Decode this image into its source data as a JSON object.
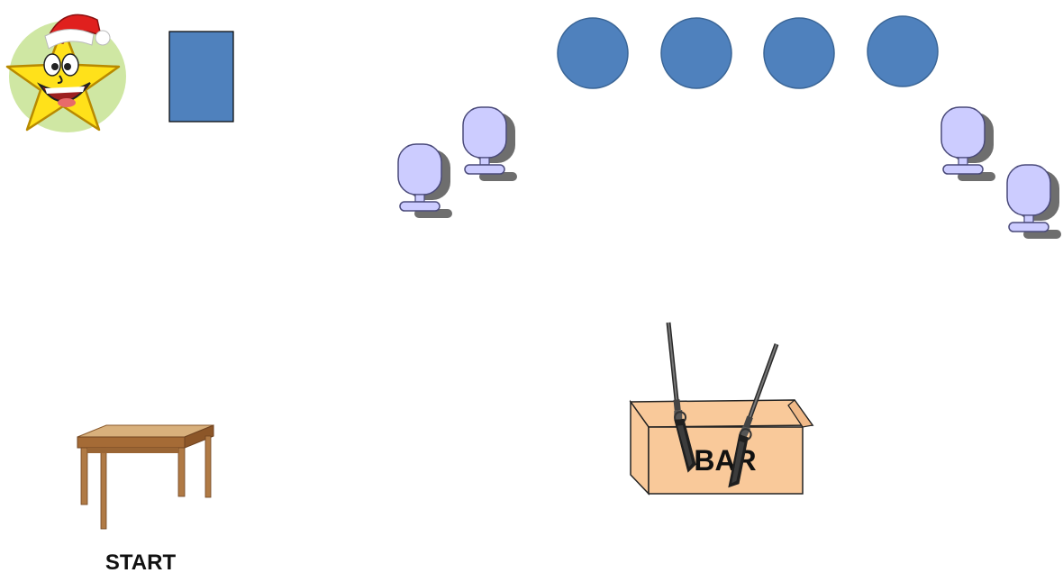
{
  "colors": {
    "round_table": "#4f81bd",
    "round_table_stroke": "#3a6596",
    "rect_table": "#4f81bd",
    "chair_fill": "#ccccff",
    "chair_stroke": "#4a4a7a",
    "chair_shadow": "#6e6e6e",
    "bar_box": "#f9c99a",
    "bar_box_stroke": "#222222",
    "desk_wood": "#b07a45",
    "star_yellow": "#ffe11a",
    "star_bg": "#cfe7a3",
    "hat_red": "#e0201e"
  },
  "icons": {
    "mascot": "star-mascot-santa-hat-icon",
    "desk": "desk-icon",
    "chair": "office-chair-icon",
    "rifle": "rifle-icon",
    "box": "bar-box-icon"
  },
  "labels": {
    "start": "START",
    "bar": "BAR"
  },
  "round_tables": [
    {
      "id": "table-1"
    },
    {
      "id": "table-2"
    },
    {
      "id": "table-3"
    },
    {
      "id": "table-4"
    }
  ],
  "chairs": [
    {
      "id": "chair-1"
    },
    {
      "id": "chair-2"
    },
    {
      "id": "chair-3"
    },
    {
      "id": "chair-4"
    }
  ]
}
